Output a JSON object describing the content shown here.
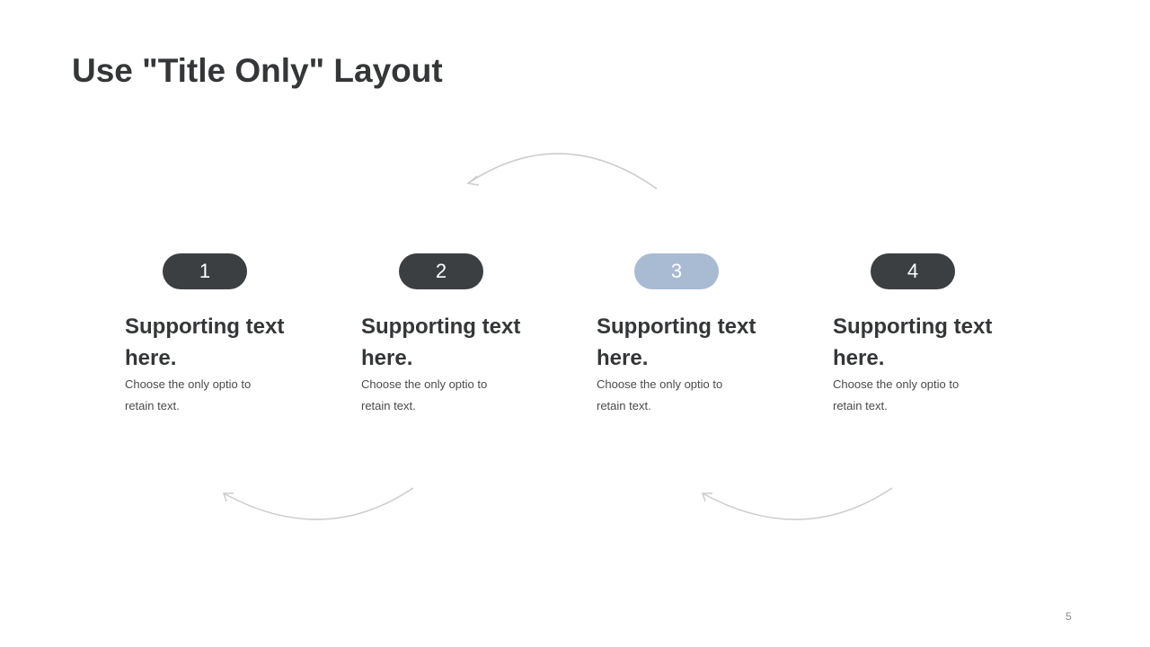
{
  "slide": {
    "title": "Use \"Title Only\" Layout",
    "page_number": "5"
  },
  "colors": {
    "badge_dark": "#3b3f42",
    "badge_accent": "#a9bad3",
    "arrow": "#cccccc"
  },
  "steps": [
    {
      "number": "1",
      "heading": "Supporting text here.",
      "body": "Choose the only optio to retain text.",
      "highlighted": false
    },
    {
      "number": "2",
      "heading": "Supporting text here.",
      "body": "Choose the only optio to retain text.",
      "highlighted": false
    },
    {
      "number": "3",
      "heading": "Supporting text here.",
      "body": "Choose the only optio to retain text.",
      "highlighted": true
    },
    {
      "number": "4",
      "heading": "Supporting text here.",
      "body": "Choose the only optio to retain text.",
      "highlighted": false
    }
  ]
}
